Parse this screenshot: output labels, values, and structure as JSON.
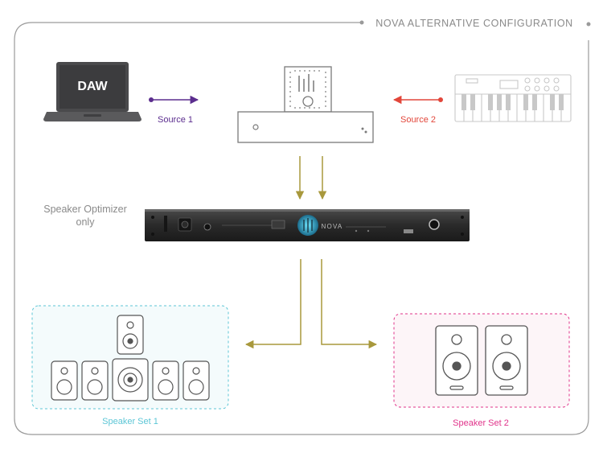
{
  "title": "NOVA ALTERNATIVE CONFIGURATION",
  "laptop": {
    "label": "DAW"
  },
  "source1": {
    "label": "Source 1",
    "color": "#5b2d8e"
  },
  "source2": {
    "label": "Source 2",
    "color": "#e2463a"
  },
  "optimizer": {
    "label_line1": "Speaker Optimizer",
    "label_line2": "only"
  },
  "rack": {
    "brand": "NOVA"
  },
  "speaker_set_1": {
    "label": "Speaker Set 1",
    "color": "#5cc6d6"
  },
  "speaker_set_2": {
    "label": "Speaker Set 2",
    "color": "#e0338a"
  },
  "colors": {
    "arrow": "#a8983c",
    "frame": "#9a9a9a",
    "device": "#7a7a7a",
    "text_gray": "#8a8a8a"
  }
}
